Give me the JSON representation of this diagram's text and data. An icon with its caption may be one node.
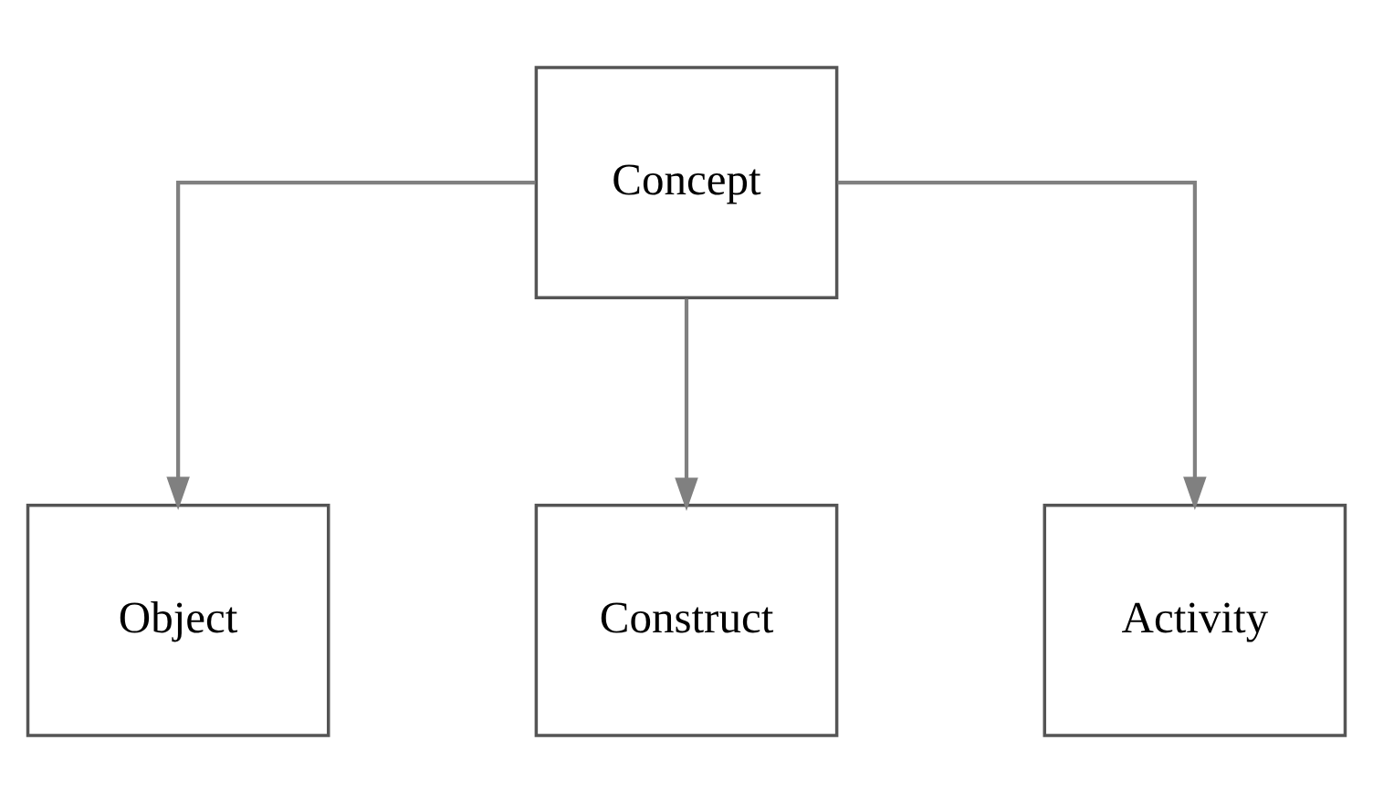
{
  "diagram": {
    "nodes": [
      {
        "text": [
          "Concept"
        ]
      },
      {
        "text": [
          "Object"
        ]
      },
      {
        "text": [
          "Construct"
        ]
      },
      {
        "text": [
          "Activity"
        ]
      }
    ],
    "edges": [
      {
        "from": 0,
        "to": 1,
        "arrow": "to"
      },
      {
        "from": 0,
        "to": 2,
        "arrow": "to"
      },
      {
        "from": 0,
        "to": 3,
        "arrow": "to"
      }
    ]
  }
}
